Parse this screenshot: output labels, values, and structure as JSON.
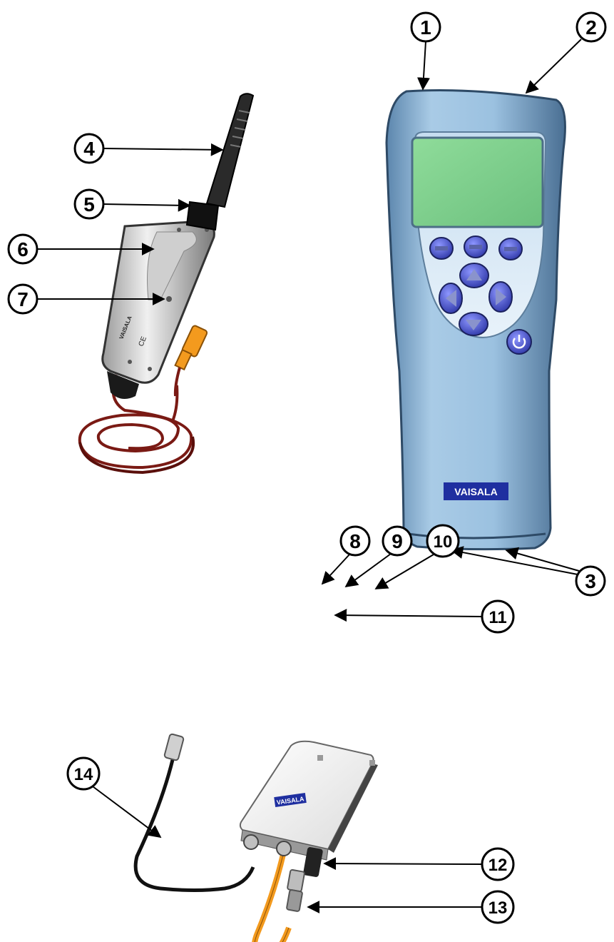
{
  "diagram": {
    "callouts": [
      {
        "id": "1",
        "label": "1"
      },
      {
        "id": "2",
        "label": "2"
      },
      {
        "id": "3",
        "label": "3"
      },
      {
        "id": "4",
        "label": "4"
      },
      {
        "id": "5",
        "label": "5"
      },
      {
        "id": "6",
        "label": "6"
      },
      {
        "id": "7",
        "label": "7"
      },
      {
        "id": "8",
        "label": "8"
      },
      {
        "id": "9",
        "label": "9"
      },
      {
        "id": "10",
        "label": "10"
      },
      {
        "id": "11",
        "label": "11"
      },
      {
        "id": "12",
        "label": "12"
      },
      {
        "id": "13",
        "label": "13"
      },
      {
        "id": "14",
        "label": "14"
      }
    ],
    "handheld": {
      "brand_logo": "VAISALA",
      "power_icon": "power-icon"
    },
    "probe": {
      "brand_logo": "VAISALA",
      "ce_mark": "CE"
    },
    "adapter": {
      "brand_logo": "VAISALA"
    },
    "colors": {
      "handheld_body": "#8fb6d8",
      "display": "#7ccf8a",
      "buttons": "#4c59c8",
      "cable_red": "#7a1a14",
      "cable_orange": "#f39a1e",
      "logo_bg": "#1f2fa0"
    }
  }
}
